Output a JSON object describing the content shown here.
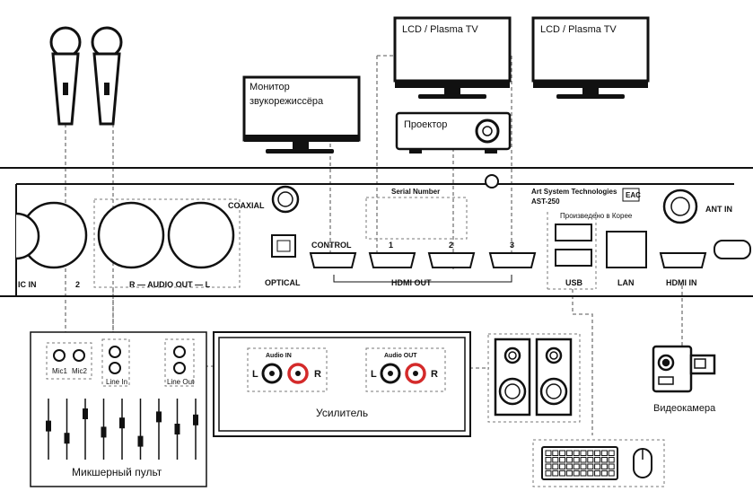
{
  "monitors": {
    "sound_monitor_line1": "Монитор",
    "sound_monitor_line2": "звукорежиссёра",
    "tv1": "LCD / Plasma TV",
    "tv2": "LCD / Plasma TV",
    "projector": "Проектор"
  },
  "device": {
    "coaxial": "COAXIAL",
    "serial_number": "Serial Number",
    "maker": "Art System Technologies",
    "model": "AST-250",
    "made_in": "Произведено в Корее",
    "ant_in": "ANT IN",
    "mic_in": "IC IN",
    "mic_in_num": "2",
    "audio_out": "R — AUDIO OUT — L",
    "optical": "OPTICAL",
    "control": "CONTROL",
    "hdmi1": "1",
    "hdmi2": "2",
    "hdmi3": "3",
    "hdmi_out": "HDMI OUT",
    "usb": "USB",
    "lan": "LAN",
    "hdmi_in": "HDMI IN"
  },
  "mixer": {
    "mic1": "Mic1",
    "mic2": "Mic2",
    "line_in": "Line In",
    "line_out": "Line Out",
    "title": "Микшерный пульт",
    "fader_levels": [
      0.55,
      0.35,
      0.75,
      0.45,
      0.6,
      0.3,
      0.7,
      0.5,
      0.65
    ]
  },
  "amplifier": {
    "audio_in": "Audio IN",
    "audio_out": "Audio OUT",
    "l": "L",
    "r": "R",
    "title": "Усилитель"
  },
  "camera": {
    "title": "Видеокамера"
  },
  "colors": {
    "line": "#111111",
    "dashed": "#777777",
    "red_jack": "#d42a2a"
  }
}
